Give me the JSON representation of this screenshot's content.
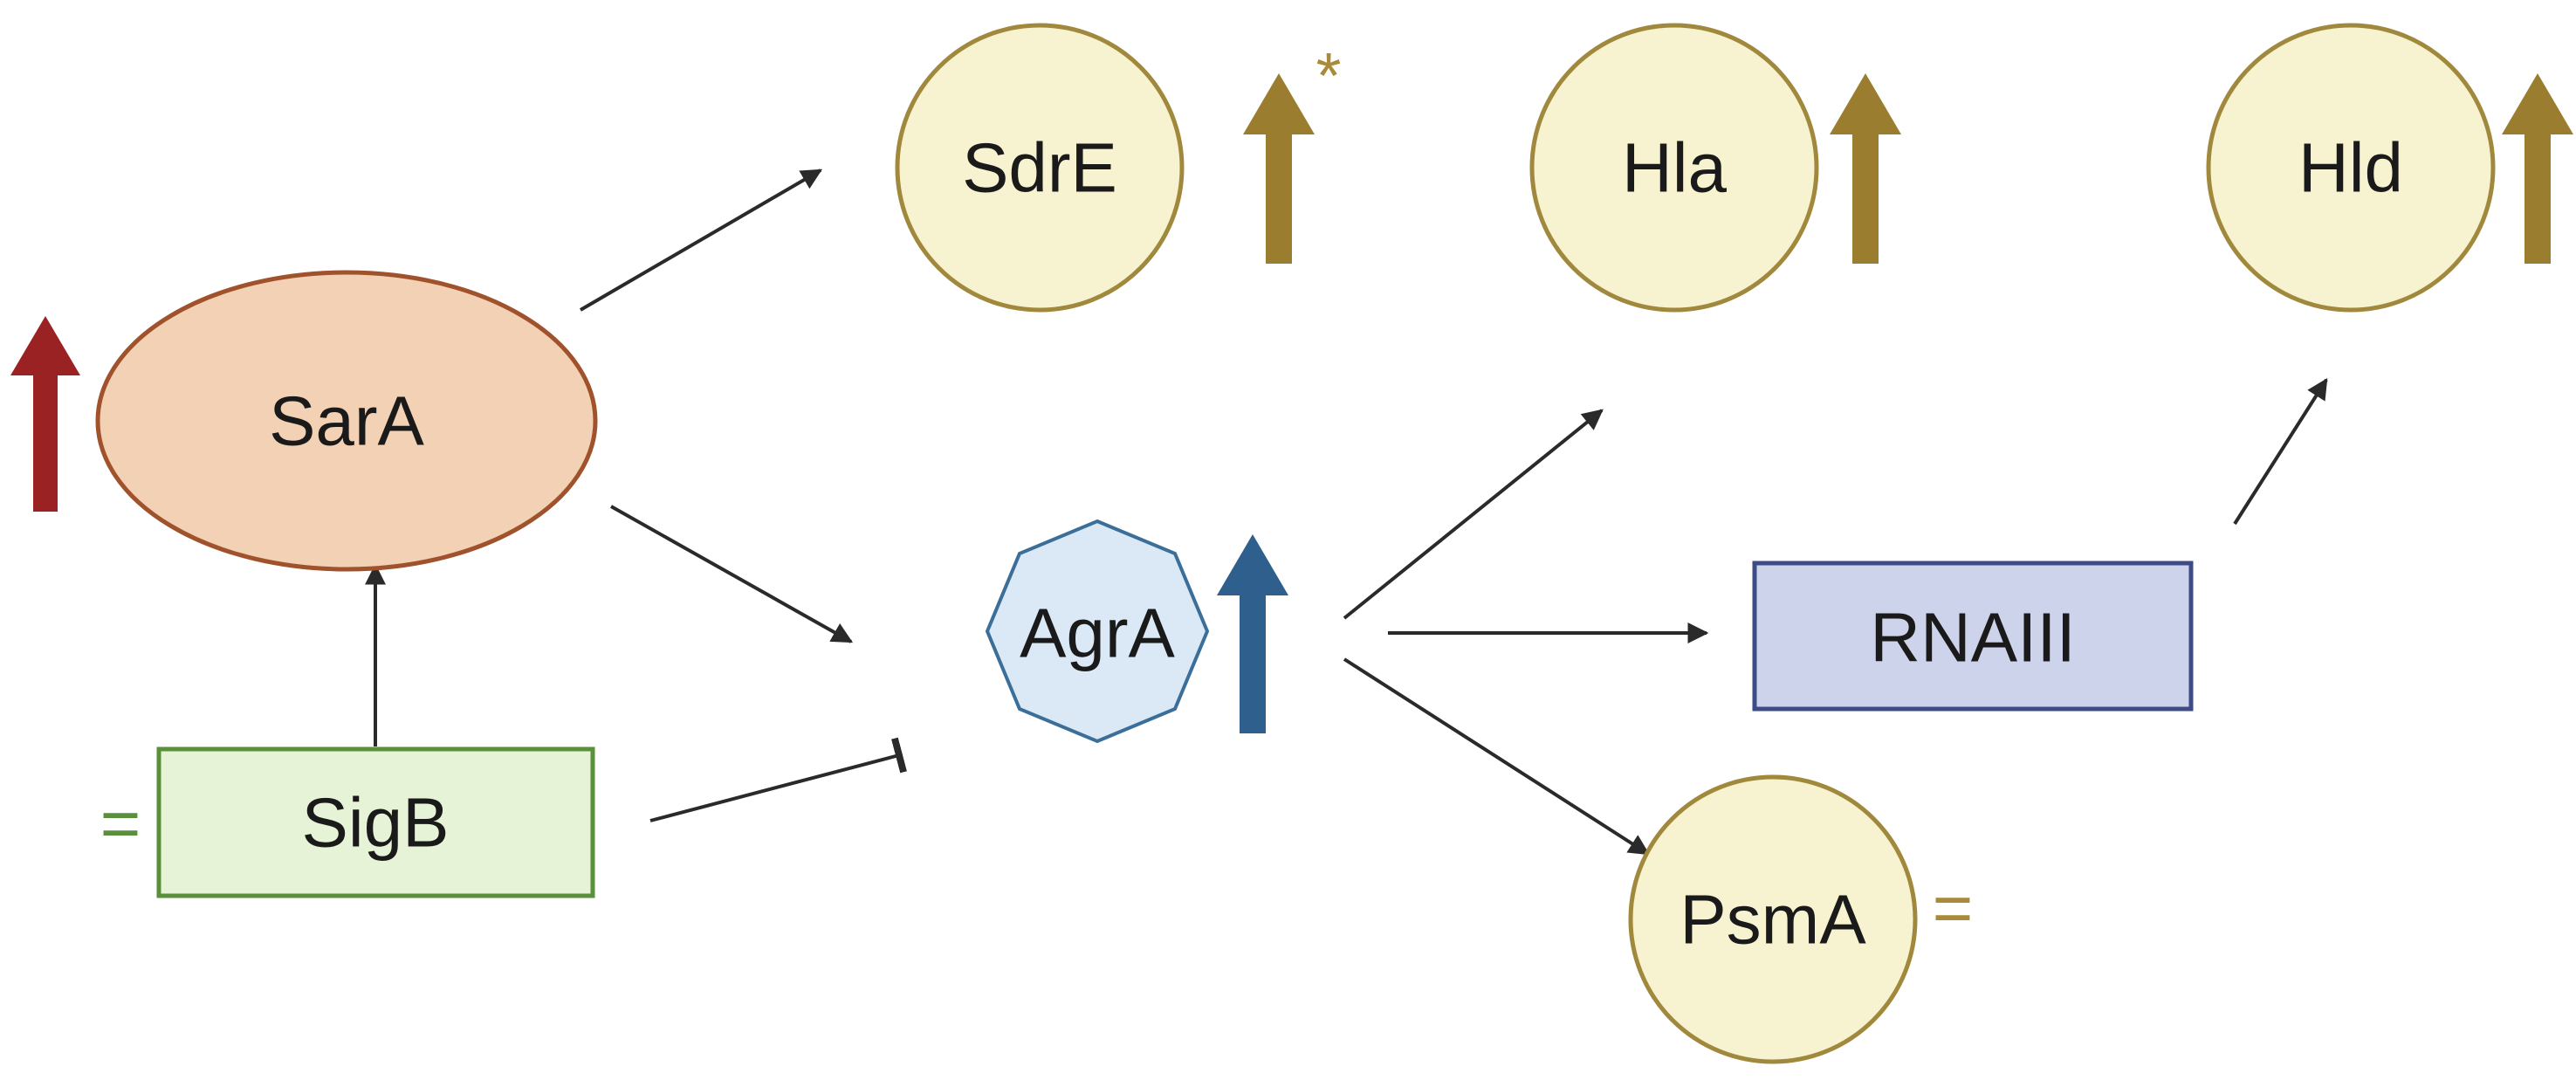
{
  "nodes": {
    "sara": "SarA",
    "sigb": "SigB",
    "agra": "AgrA",
    "sdre": "SdrE",
    "hla": "Hla",
    "hld": "Hld",
    "rnaiii": "RNAIII",
    "psma": "PsmA"
  },
  "markers": {
    "sigb_equal": "=",
    "psma_equal": "=",
    "sdre_asterisk": "*"
  },
  "colors": {
    "sara_fill": "#f2d1b4",
    "sara_stroke": "#a0522d",
    "sigb_fill": "#e6f3d6",
    "sigb_stroke": "#5a8f3c",
    "agra_fill": "#dbe9f6",
    "agra_stroke": "#3b6e98",
    "rnaiii_fill": "#cdd3ea",
    "rnaiii_stroke": "#3d4c86",
    "target_fill": "#f7f2cf",
    "target_stroke": "#a0893c",
    "up_gold": "#9a7d2e",
    "up_red": "#9b2222",
    "up_blue": "#2f5f8c",
    "equal_green": "#5a8f3c",
    "equal_gold": "#a88a3a",
    "edge": "#2a2a2a"
  }
}
